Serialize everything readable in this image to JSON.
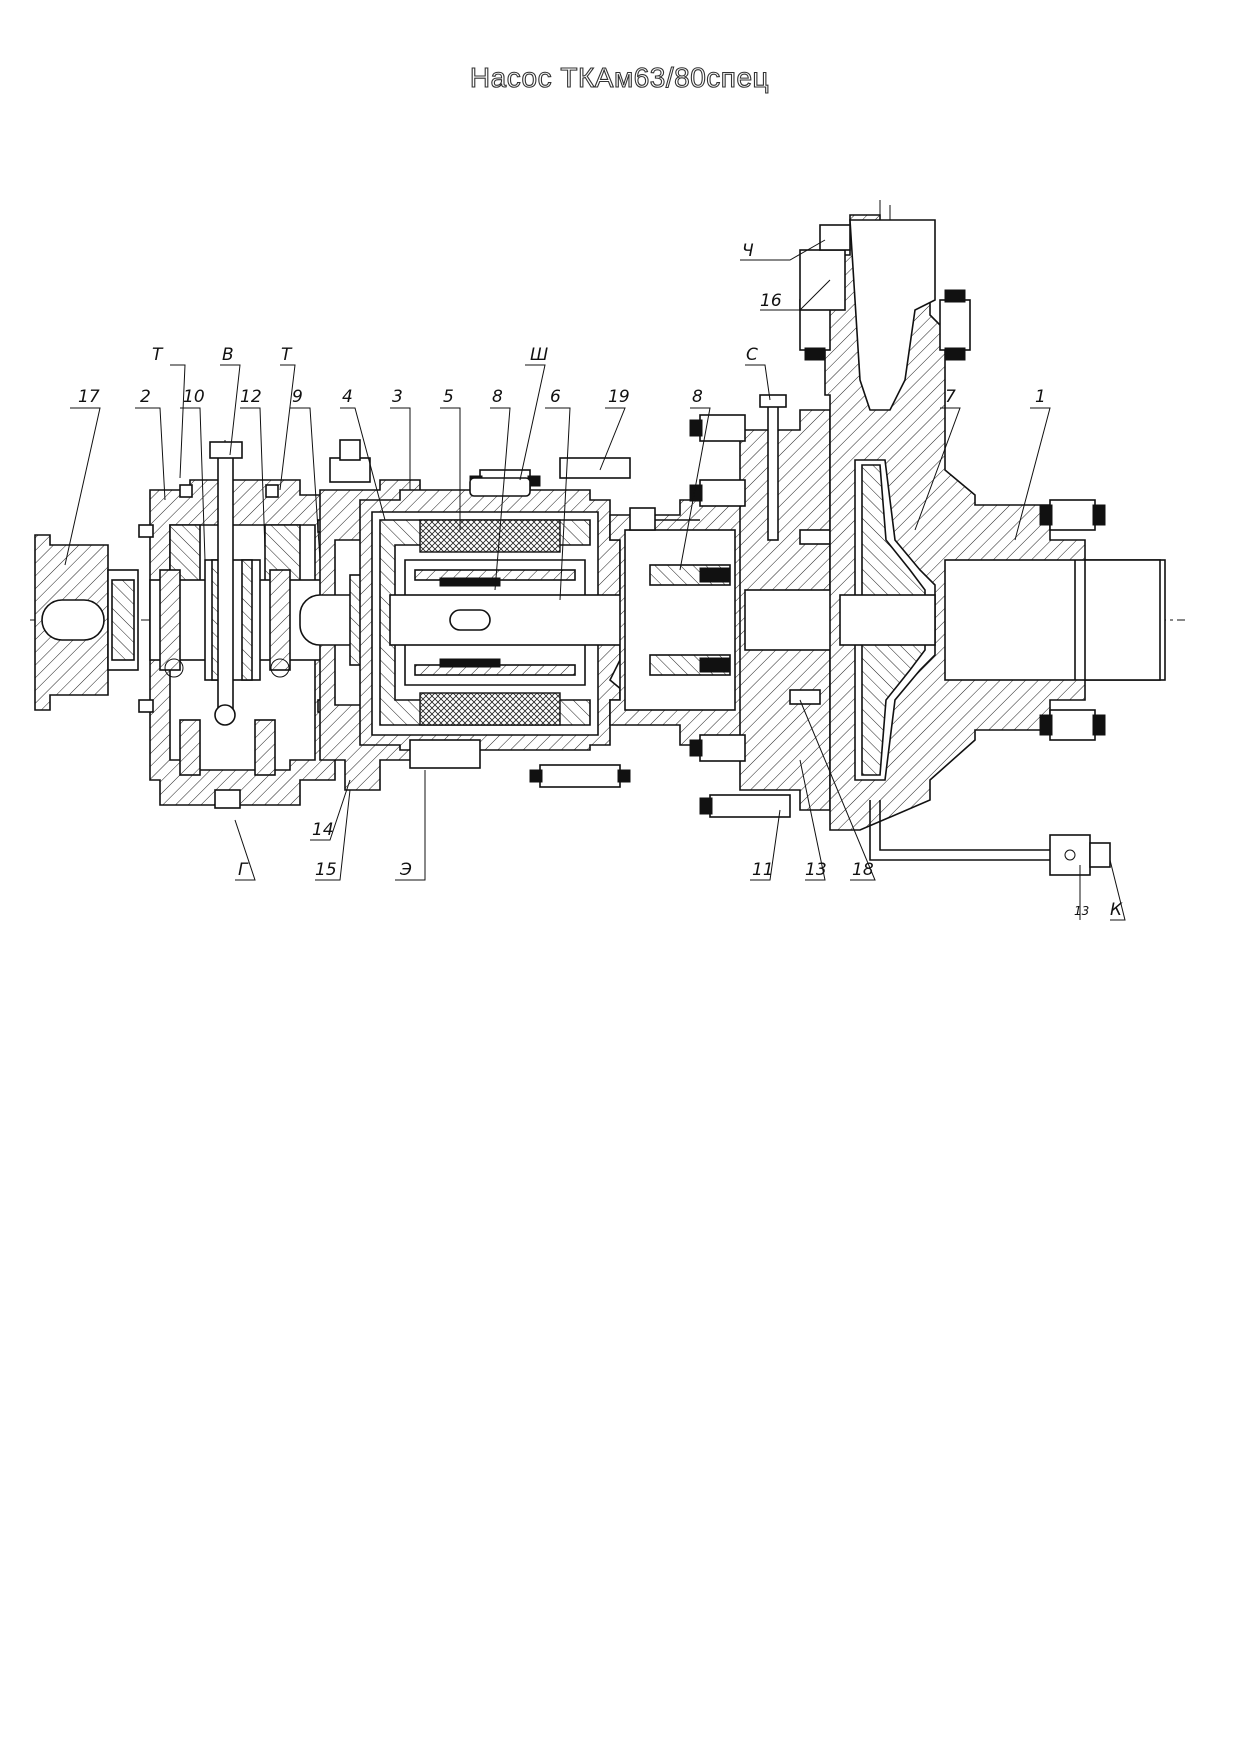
{
  "title": "Насос ТКАм63/80спец",
  "labels": {
    "l17": "17",
    "l2": "2",
    "lT1": "Т",
    "l10": "10",
    "lV": "В",
    "l12": "12",
    "lT2": "Т",
    "l9": "9",
    "l4": "4",
    "l3": "3",
    "l5": "5",
    "l8a": "8",
    "lSh": "Ш",
    "l6": "6",
    "l19": "19",
    "l8b": "8",
    "lS": "С",
    "l16": "16",
    "lCh": "Ч",
    "l7": "7",
    "l1": "1",
    "lG": "Г",
    "l14": "14",
    "l15": "15",
    "lE": "Э",
    "l11": "11",
    "l13a": "13",
    "l18": "18",
    "l13b": "13",
    "lK": "К"
  }
}
